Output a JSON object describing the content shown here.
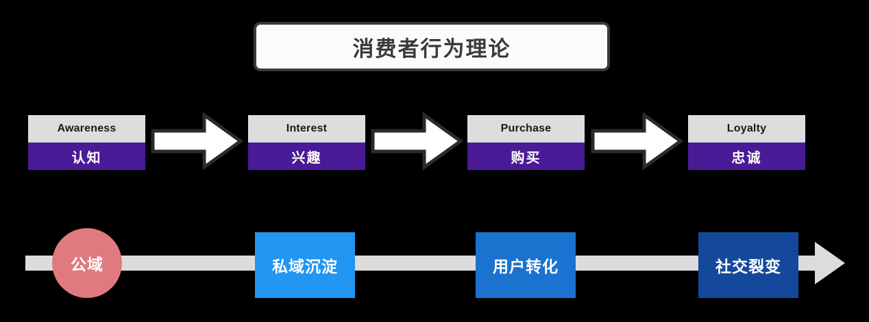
{
  "diagram": {
    "title": "消费者行为理论",
    "background_color": "#000000",
    "stage_row": {
      "accent_color": "#4A1B96",
      "header_color": "#DDDDDD",
      "stages": [
        {
          "en": "Awareness",
          "cn": "认知"
        },
        {
          "en": "Interest",
          "cn": "兴趣"
        },
        {
          "en": "Purchase",
          "cn": "购买"
        },
        {
          "en": "Loyalty",
          "cn": "忠诚"
        }
      ],
      "connectors": [
        {
          "icon": "right-arrow-icon"
        },
        {
          "icon": "right-arrow-icon"
        },
        {
          "icon": "right-arrow-icon"
        }
      ]
    },
    "funnel_row": {
      "bar_color": "#DCDCDC",
      "nodes": [
        {
          "label": "公域",
          "shape": "circle",
          "color": "#E07A7E"
        },
        {
          "label": "私域沉淀",
          "shape": "rect",
          "color": "#2196F3"
        },
        {
          "label": "用户转化",
          "shape": "rect",
          "color": "#1A73CE"
        },
        {
          "label": "社交裂变",
          "shape": "rect",
          "color": "#14489B"
        }
      ],
      "end_arrow_icon": "right-arrow-icon"
    }
  }
}
